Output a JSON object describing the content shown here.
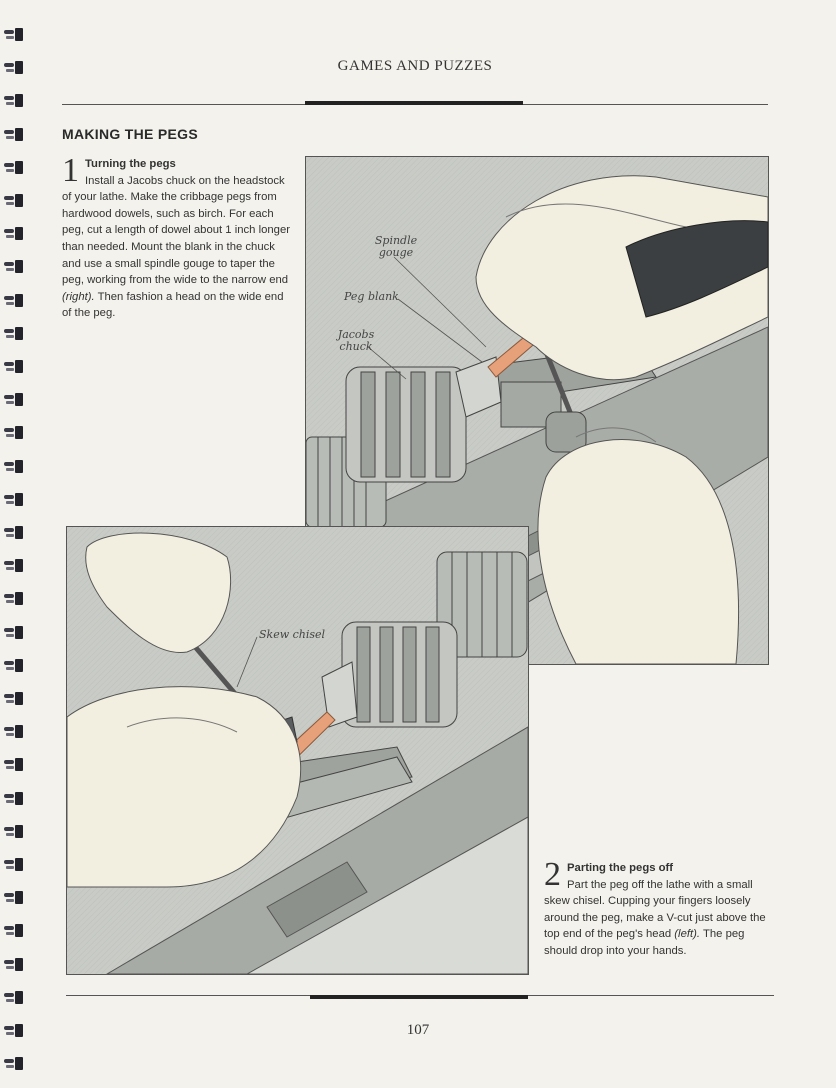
{
  "header": {
    "running_head": "GAMES AND PUZZES"
  },
  "section": {
    "title": "MAKING THE PEGS"
  },
  "step1": {
    "number": "1",
    "title": "Turning the pegs",
    "text_a": "Install a Jacobs chuck on the headstock of your lathe. Make the cribbage pegs from hardwood dowels, such as birch. For each peg, cut a length of dowel about 1 inch longer than needed. Mount the blank in the chuck and use a small spindle gouge to taper the peg, working from the wide to the narrow end ",
    "emph": "(right).",
    "text_b": " Then fashion a head on the wide end of the peg."
  },
  "step2": {
    "number": "2",
    "title": "Parting the pegs off",
    "text_a": "Part the peg off the lathe with a small skew chisel. Cupping your fingers loosely around the peg, make a V-cut just above the top end of the peg's head ",
    "emph": "(left).",
    "text_b": " The peg should drop into your hands."
  },
  "illustration1": {
    "labels": {
      "spindle_gouge": "Spindle gouge",
      "peg_blank": "Peg blank",
      "jacobs_chuck": "Jacobs chuck"
    }
  },
  "illustration2": {
    "labels": {
      "skew_chisel": "Skew chisel"
    }
  },
  "footer": {
    "page_number": "107"
  }
}
